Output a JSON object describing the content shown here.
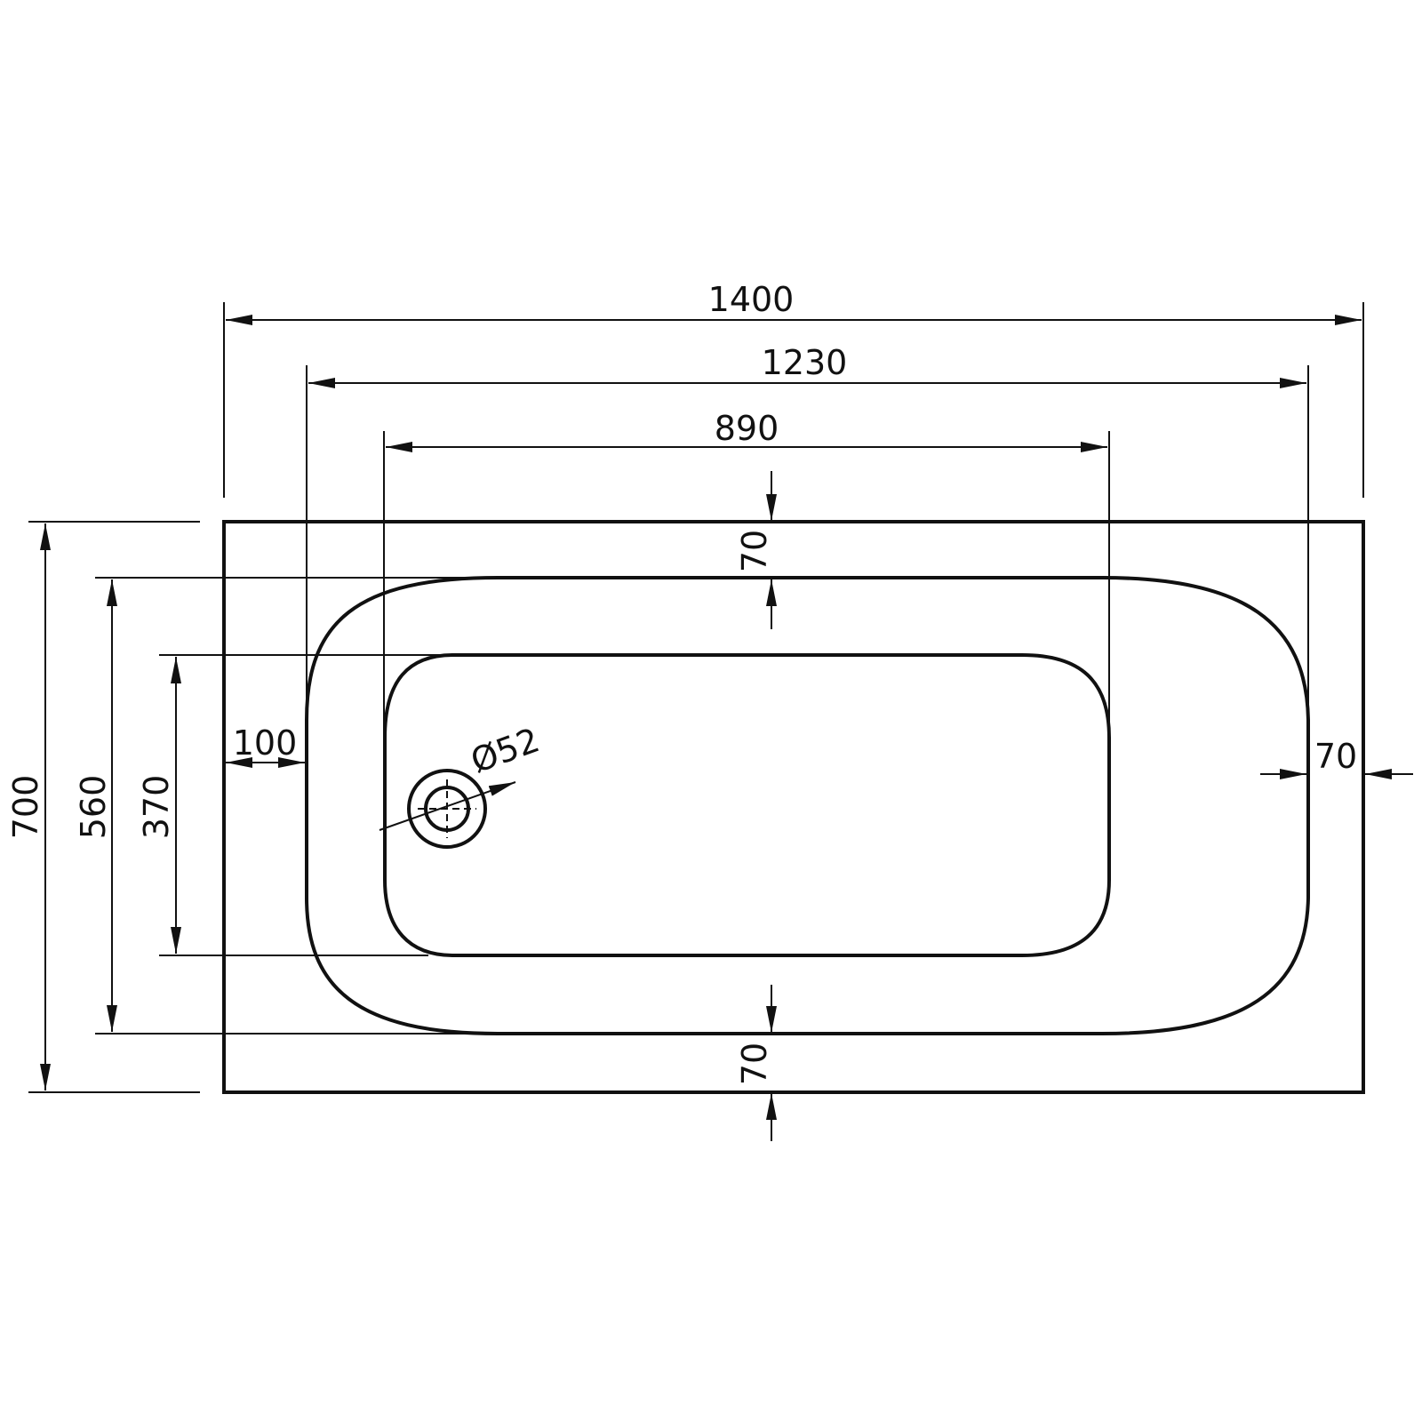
{
  "drawing": {
    "subject": "Rectangular bathtub top view",
    "units": "mm",
    "line_color": "#111111",
    "background": "#ffffff"
  },
  "dimensions": {
    "overall_length": "1400",
    "rim_inner_length": "1230",
    "basin_floor_length": "890",
    "overall_width": "700",
    "rim_inner_width": "560",
    "basin_floor_width": "370",
    "rim_top": "70",
    "rim_bottom": "70",
    "rim_left": "100",
    "rim_right": "70",
    "drain_diameter": "Ø52"
  }
}
